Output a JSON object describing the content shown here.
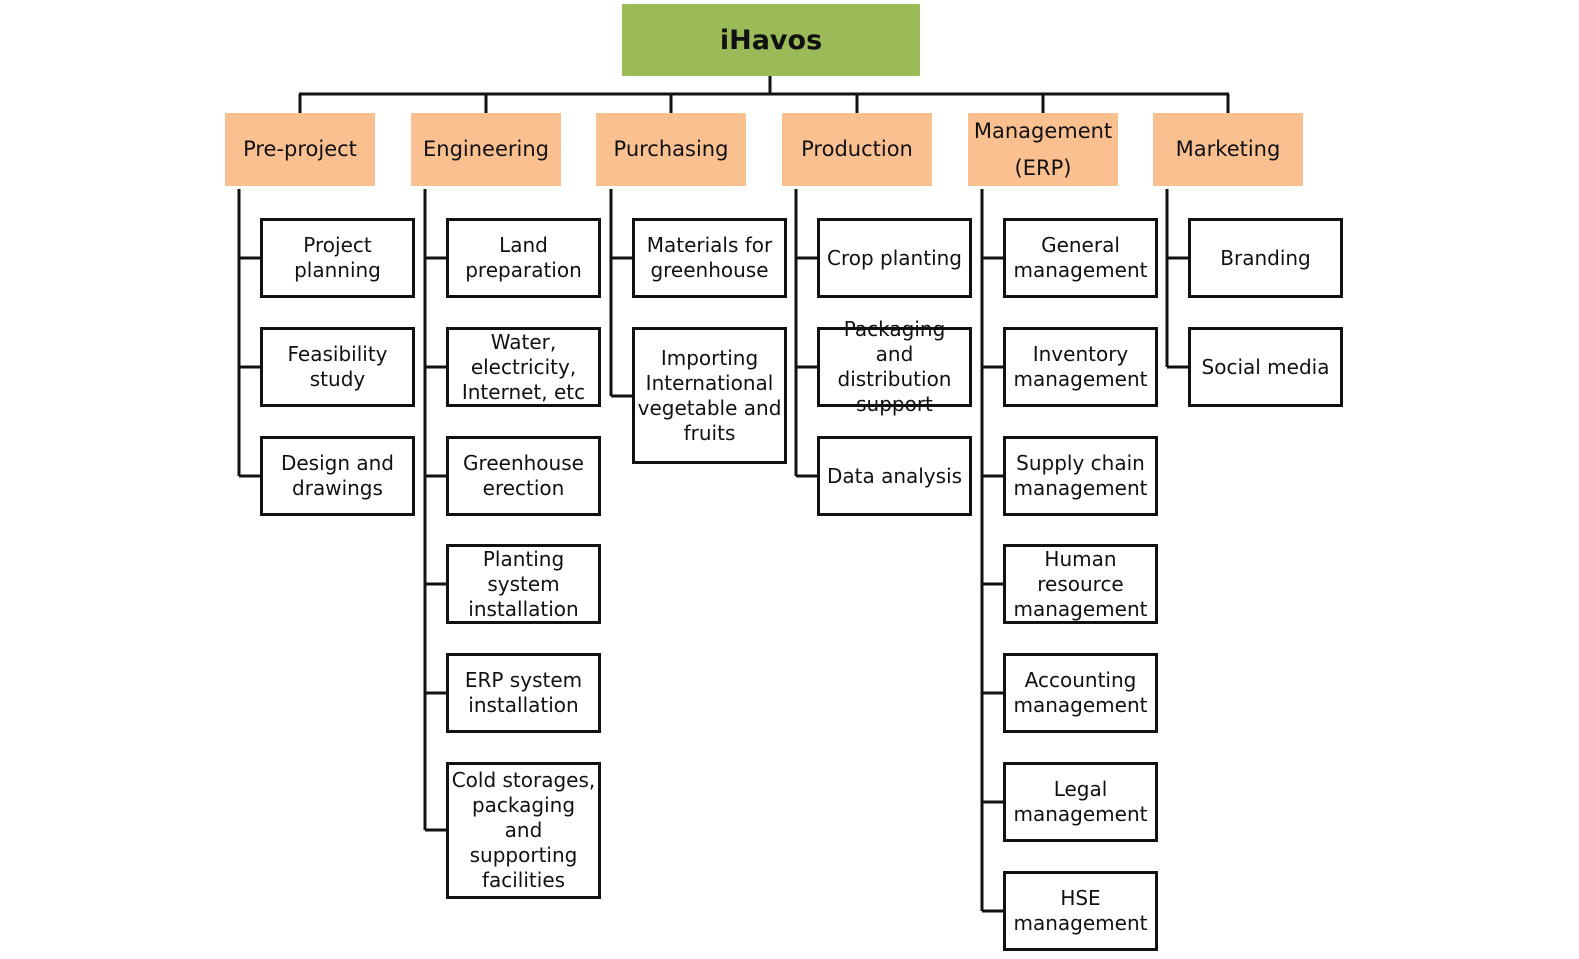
{
  "root": "iHavos",
  "line_color": "#111111",
  "root_color": "#9bbb59",
  "department_color": "#fac090",
  "departments": [
    {
      "label": "Pre-project",
      "children": [
        "Project planning",
        "Feasibility study",
        "Design and drawings"
      ]
    },
    {
      "label": "Engineering",
      "children": [
        "Land preparation",
        "Water, electricity, Internet, etc",
        "Greenhouse erection",
        "Planting system installation",
        "ERP system installation",
        "Cold storages, packaging and supporting facilities"
      ]
    },
    {
      "label": "Purchasing",
      "children": [
        "Materials for greenhouse",
        "Importing International vegetable and fruits"
      ]
    },
    {
      "label": "Production",
      "children": [
        "Crop planting",
        "Packaging and distribution support",
        "Data analysis"
      ]
    },
    {
      "label": "Management (ERP)",
      "children": [
        "General management",
        "Inventory management",
        "Supply chain management",
        "Human resource management",
        "Accounting management",
        "Legal management",
        "HSE management"
      ]
    },
    {
      "label": "Marketing",
      "children": [
        "Branding",
        "Social media"
      ]
    }
  ]
}
